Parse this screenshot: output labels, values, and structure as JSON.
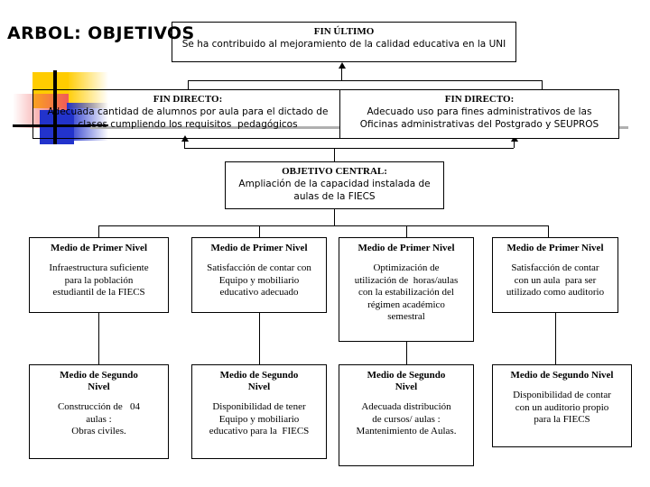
{
  "page": {
    "title": "ARBOL: OBJETIVOS"
  },
  "fin_ultimo": {
    "header": "FIN ÚLTIMO",
    "lines": [
      "Se ha contribuido al mejoramiento de la calidad educativa en la UNI"
    ]
  },
  "fin_directo": [
    {
      "header": "FIN DIRECTO:",
      "lines": [
        "Adecuada cantidad de alumnos por aula para el dictado de",
        "clases cumpliendo los requisitos  pedagógicos"
      ]
    },
    {
      "header": "FIN DIRECTO:",
      "lines": [
        "Adecuado uso para fines administrativos de las",
        "Oficinas administrativas del Postgrado y SEUPROS"
      ]
    }
  ],
  "objetivo_central": {
    "header": "OBJETIVO CENTRAL:",
    "lines": [
      "Ampliación de la capacidad instalada de",
      "aulas de la FIECS"
    ]
  },
  "nivel1": [
    {
      "header": "Medio de Primer Nivel",
      "lines": [
        "Infraestructura suficiente",
        "para la población",
        "estudiantil de la FIECS"
      ]
    },
    {
      "header": "Medio de Primer Nivel",
      "lines": [
        "Satisfacción de contar con",
        "Equipo y mobiliario",
        "educativo adecuado"
      ]
    },
    {
      "header": "Medio de Primer Nivel",
      "lines": [
        "Optimización de",
        "utilización de  horas/aulas",
        "con la estabilización del",
        "régimen académico",
        "semestral"
      ]
    },
    {
      "header": "Medio de Primer Nivel",
      "lines": [
        "Satisfacción de contar",
        "con un aula  para ser",
        "utilizado como auditorio"
      ]
    }
  ],
  "nivel2": [
    {
      "header": "Medio de Segundo\nNivel",
      "lines": [
        "Construcción de   04",
        "aulas :",
        "Obras civiles."
      ]
    },
    {
      "header": "Medio de Segundo\nNivel",
      "lines": [
        "Disponibilidad de tener",
        "Equipo y mobiliario",
        "educativo para la  FIECS"
      ]
    },
    {
      "header": "Medio de Segundo\nNivel",
      "lines": [
        "Adecuada distribución",
        "de cursos/ aulas :",
        "Mantenimiento de Aulas."
      ]
    },
    {
      "header": "Medio de Segundo Nivel",
      "lines": [
        "Disponibilidad de contar",
        "con un auditorio propio",
        "para la FIECS"
      ]
    }
  ],
  "colors": {
    "line": "#000000",
    "logo_yellow": "#ffcc00",
    "logo_red": "#f05a5a",
    "logo_blue": "#2233cc",
    "shadow": "#b0b0b0"
  }
}
